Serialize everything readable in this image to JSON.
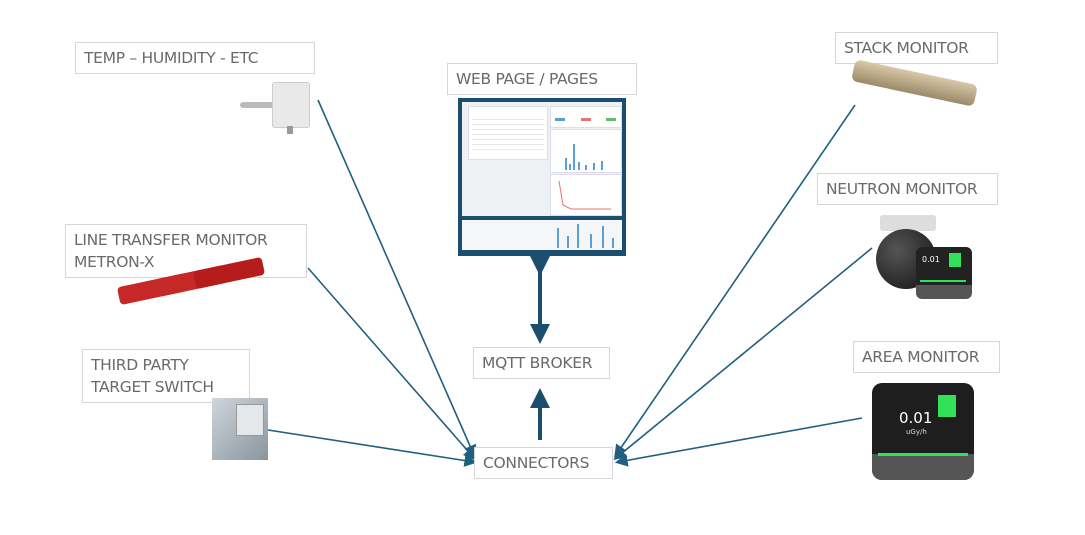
{
  "labels": {
    "temp": "TEMP – HUMIDITY - ETC",
    "web": "WEB PAGE / PAGES",
    "stack": "STACK MONITOR",
    "neutron": "NEUTRON MONITOR",
    "line_transfer": [
      "LINE TRANSFER MONITOR",
      "METRON-X"
    ],
    "third_party": [
      "THIRD PARTY",
      "TARGET SWITCH"
    ],
    "mqtt": "MQTT BROKER",
    "area": "AREA MONITOR",
    "connectors": "CONNECTORS"
  },
  "device_screen": {
    "reading": "0.01",
    "unit": "uGy/h"
  },
  "colors": {
    "wire": "#1f5f80",
    "arrow": "#1b4d6e",
    "screen_green": "#33e05a"
  }
}
